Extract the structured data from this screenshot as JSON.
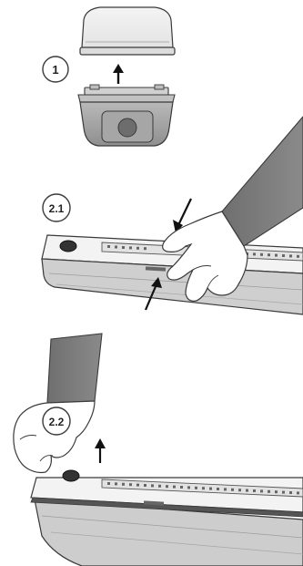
{
  "steps": [
    {
      "label": "1"
    },
    {
      "label": "2.1"
    },
    {
      "label": "2.2"
    }
  ],
  "colors": {
    "outline": "#3a3a3a",
    "light_gray": "#ececec",
    "mid_gray": "#c4c4c4",
    "dark_gray": "#8e8e8e",
    "sleeve": "#7b7b7b",
    "skin": "#ffffff",
    "arrow": "#111111"
  },
  "icons": [
    "dome-cover-icon",
    "lamp-base-icon",
    "up-arrow-icon",
    "pinch-arrow-icon",
    "hand-icon",
    "light-fixture-icon"
  ]
}
